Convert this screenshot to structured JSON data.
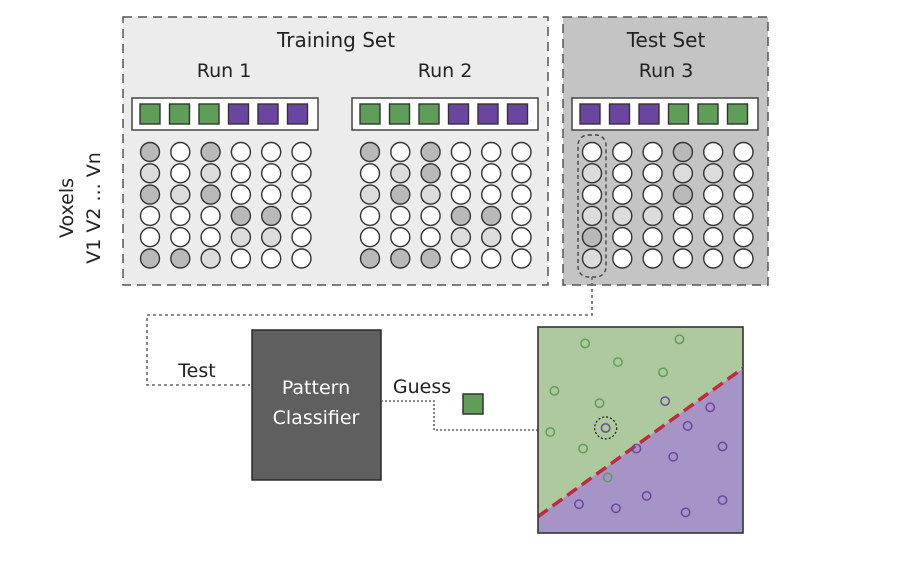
{
  "training_set": {
    "title": "Training Set",
    "runs": [
      {
        "label": "Run 1",
        "conditions": [
          "green",
          "green",
          "green",
          "purple",
          "purple",
          "purple"
        ],
        "voxel_grid": [
          [
            2,
            0,
            2,
            0,
            0,
            0
          ],
          [
            1,
            0,
            1,
            0,
            0,
            0
          ],
          [
            2,
            1,
            2,
            0,
            0,
            0
          ],
          [
            0,
            0,
            0,
            2,
            2,
            0
          ],
          [
            0,
            0,
            0,
            1,
            1,
            0
          ],
          [
            2,
            2,
            1,
            0,
            0,
            0
          ]
        ]
      },
      {
        "label": "Run 2",
        "conditions": [
          "green",
          "green",
          "green",
          "purple",
          "purple",
          "purple"
        ],
        "voxel_grid": [
          [
            2,
            0,
            2,
            0,
            0,
            0
          ],
          [
            0,
            1,
            2,
            0,
            0,
            0
          ],
          [
            1,
            2,
            1,
            0,
            0,
            0
          ],
          [
            0,
            0,
            0,
            2,
            2,
            0
          ],
          [
            0,
            0,
            0,
            1,
            1,
            0
          ],
          [
            2,
            2,
            2,
            0,
            0,
            0
          ]
        ]
      }
    ]
  },
  "test_set": {
    "title": "Test Set",
    "run": {
      "label": "Run 3",
      "conditions": [
        "purple",
        "purple",
        "purple",
        "green",
        "green",
        "green"
      ],
      "voxel_grid": [
        [
          0,
          0,
          0,
          2,
          0,
          0
        ],
        [
          1,
          0,
          0,
          1,
          1,
          0
        ],
        [
          0,
          0,
          0,
          2,
          0,
          0
        ],
        [
          1,
          1,
          1,
          0,
          0,
          0
        ],
        [
          2,
          0,
          0,
          0,
          0,
          0
        ],
        [
          1,
          0,
          0,
          0,
          0,
          0
        ]
      ]
    }
  },
  "voxel_axis_label_top": "Voxels",
  "voxel_axis_label_bottom": "V1 V2 ... Vn",
  "classifier": {
    "title_line1": "Pattern",
    "title_line2": "Classifier",
    "input_label": "Test",
    "output_label": "Guess",
    "guess_condition": "green"
  },
  "colors": {
    "green_condition": "#5e9e58",
    "purple_condition": "#6a46a0",
    "voxel_light": "#ffffff",
    "voxel_mid": "#dcdcdc",
    "voxel_dark": "#b9b9b9",
    "training_bg": "#ececec",
    "test_bg": "#c4c4c4",
    "classifier_box": "#5f5f5f",
    "region_green": "#aec99e",
    "region_purple": "#a694c7",
    "boundary": "#bf2a3c",
    "green_point": "#5e9e58",
    "purple_point": "#6a46a0"
  },
  "feature_space": {
    "green_points": [
      [
        0.23,
        0.08
      ],
      [
        0.39,
        0.17
      ],
      [
        0.69,
        0.06
      ],
      [
        0.61,
        0.22
      ],
      [
        0.08,
        0.31
      ],
      [
        0.3,
        0.37
      ],
      [
        0.06,
        0.51
      ],
      [
        0.22,
        0.59
      ],
      [
        0.34,
        0.73
      ]
    ],
    "purple_points": [
      [
        0.62,
        0.36
      ],
      [
        0.84,
        0.39
      ],
      [
        0.73,
        0.48
      ],
      [
        0.48,
        0.59
      ],
      [
        0.66,
        0.63
      ],
      [
        0.9,
        0.58
      ],
      [
        0.2,
        0.86
      ],
      [
        0.38,
        0.88
      ],
      [
        0.53,
        0.82
      ],
      [
        0.72,
        0.9
      ],
      [
        0.9,
        0.84
      ]
    ],
    "test_point": [
      0.33,
      0.49
    ],
    "boundary_line": [
      [
        0.0,
        0.92
      ],
      [
        1.0,
        0.2
      ]
    ]
  }
}
